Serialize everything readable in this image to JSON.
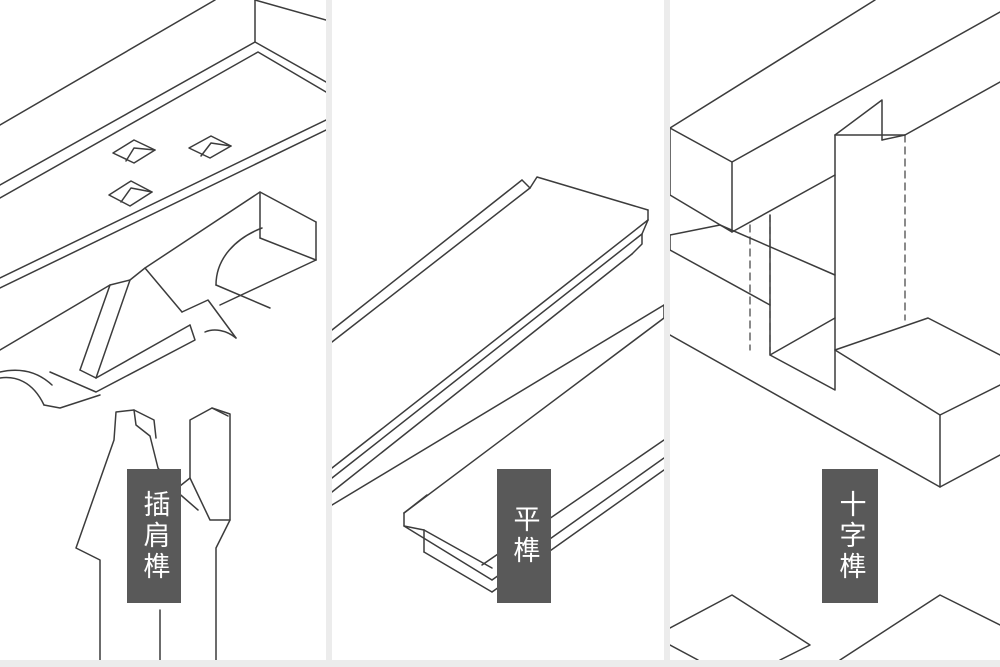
{
  "panels": [
    {
      "label": "插肩榫"
    },
    {
      "label": "平榫"
    },
    {
      "label": "十字榫"
    }
  ],
  "colors": {
    "background": "#ececec",
    "panel": "#ffffff",
    "label_bg": "#595959",
    "label_text": "#ffffff",
    "line": "#3c3c3c"
  }
}
